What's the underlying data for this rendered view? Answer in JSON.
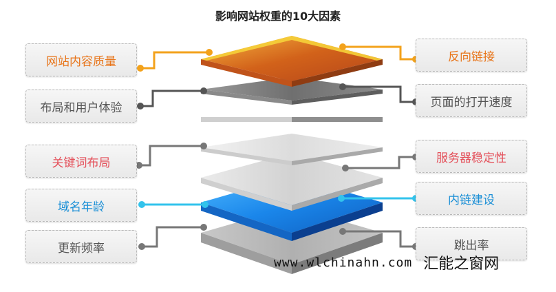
{
  "title": "影响网站权重的10大因素",
  "labels": {
    "left": [
      {
        "text": "网站内容质量",
        "color": "#e8751a"
      },
      {
        "text": "布局和用户体验",
        "color": "#555555"
      },
      {
        "text": "关键词布局",
        "color": "#e4505a"
      },
      {
        "text": "域名年龄",
        "color": "#1a8fd6"
      },
      {
        "text": "更新频率",
        "color": "#555555"
      }
    ],
    "right": [
      {
        "text": "反向链接",
        "color": "#e8751a"
      },
      {
        "text": "页面的打开速度",
        "color": "#555555"
      },
      {
        "text": "服务器稳定性",
        "color": "#e4505a"
      },
      {
        "text": "内链建设",
        "color": "#1a8fd6"
      },
      {
        "text": "跳出率",
        "color": "#555555"
      }
    ]
  },
  "colors": {
    "orange_top": "#f0a21c",
    "orange_left": "#c0531a",
    "orange_right": "#8f3c12",
    "dark_grey": "#7a7a7a",
    "light_grey": "#e6e6e6",
    "blue": "#1e8ee6",
    "line_orange": "#f3a21b",
    "line_dark": "#555555",
    "line_grey": "#777777",
    "line_blue": "#32c3ec"
  },
  "watermark": {
    "url": "www.wlchinahn.com",
    "brand": "汇能之窗网"
  }
}
